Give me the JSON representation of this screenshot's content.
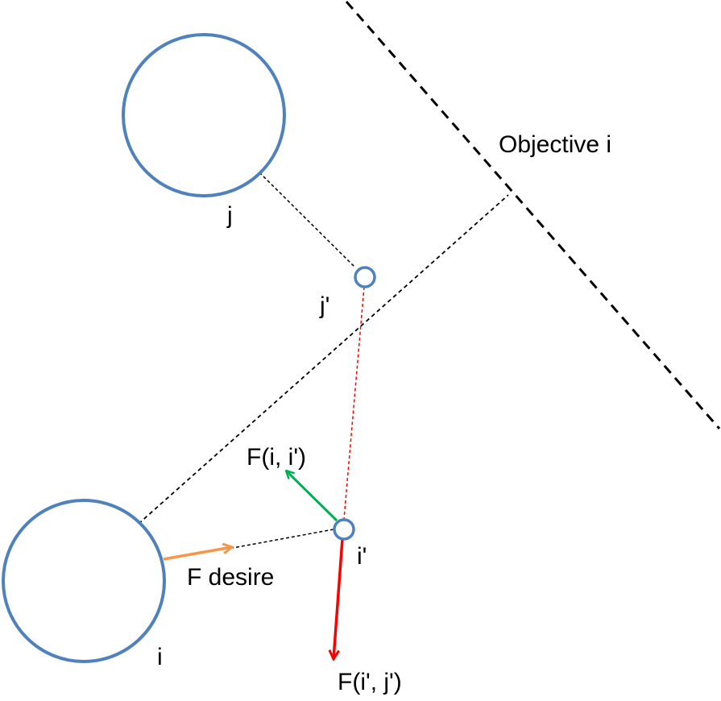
{
  "labels": {
    "objective": "Objective i",
    "j": "j",
    "j_prime": "j'",
    "i": "i",
    "i_prime": "i'",
    "f_i_iprime": "F(i, i')",
    "f_iprime_jprime": "F(i', j')",
    "f_desire": "F desire"
  },
  "colors": {
    "circle_stroke": "#4F81BD",
    "line_black": "#000000",
    "arrow_green": "#00B050",
    "arrow_red": "#FF0000",
    "arrow_orange": "#F79646",
    "dashed_red": "#FF0000"
  }
}
